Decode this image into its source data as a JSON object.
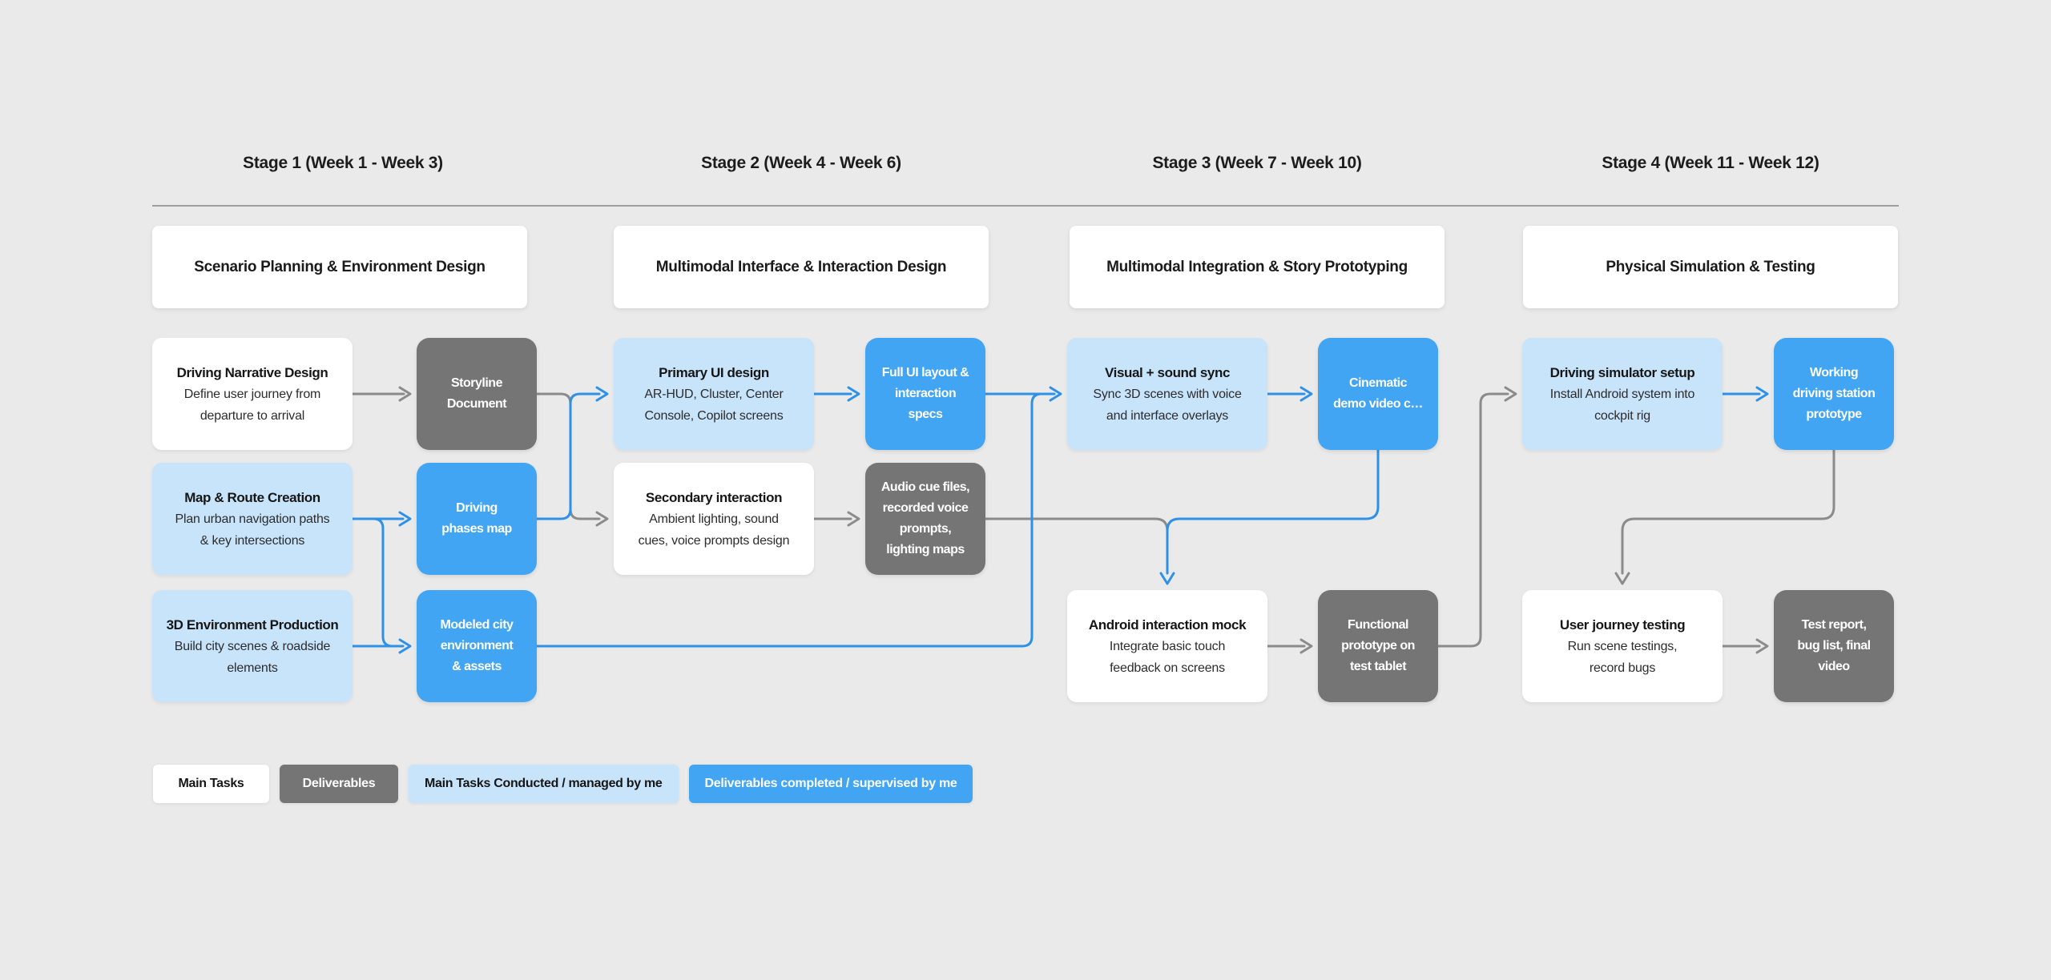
{
  "colors": {
    "background": "#eaeaea",
    "box_white": "#ffffff",
    "box_light_blue": "#c8e4fb",
    "box_bright_blue": "#41a5f3",
    "box_gray": "#757575",
    "connector_blue": "#2e91e9",
    "connector_gray": "#8b8b8b",
    "divider_gray": "#9e9e9e",
    "text_dark": "#1d1d1d",
    "text_white": "#ffffff"
  },
  "stages": [
    {
      "header": "Stage 1 (Week 1 - Week 3)",
      "title": "Scenario Planning & Environment Design",
      "rows": [
        {
          "task": {
            "title": "Driving Narrative Design",
            "desc": "Define user journey from\ndeparture to arrival"
          },
          "deliverable": {
            "label": "Storyline\nDocument"
          }
        },
        {
          "task": {
            "title": "Map & Route Creation",
            "desc": "Plan urban navigation paths\n& key intersections"
          },
          "deliverable": {
            "label": "Driving\nphases map"
          }
        },
        {
          "task": {
            "title": "3D Environment Production",
            "desc": "Build city scenes & roadside\nelements"
          },
          "deliverable": {
            "label": "Modeled city\nenvironment\n& assets"
          }
        }
      ]
    },
    {
      "header": "Stage 2 (Week 4 - Week 6)",
      "title": "Multimodal Interface & Interaction Design",
      "rows": [
        {
          "task": {
            "title": "Primary UI design",
            "desc": "AR-HUD, Cluster, Center\nConsole, Copilot screens"
          },
          "deliverable": {
            "label": "Full UI layout &\ninteraction\nspecs"
          }
        },
        {
          "task": {
            "title": "Secondary interaction",
            "desc": "Ambient lighting, sound\ncues, voice prompts design"
          },
          "deliverable": {
            "label": "Audio cue files,\nrecorded voice\nprompts,\nlighting maps"
          }
        }
      ]
    },
    {
      "header": "Stage 3 (Week 7 - Week 10)",
      "title": "Multimodal Integration & Story Prototyping",
      "rows": [
        {
          "task": {
            "title": "Visual + sound sync",
            "desc": "Sync 3D scenes with voice\nand interface overlays"
          },
          "deliverable": {
            "label": "Cinematic\ndemo video c…"
          }
        },
        {
          "task": {
            "title": "Android interaction mock",
            "desc": "Integrate basic touch\nfeedback on screens"
          },
          "deliverable": {
            "label": "Functional\nprototype on\ntest tablet"
          }
        }
      ]
    },
    {
      "header": "Stage 4 (Week 11 - Week 12)",
      "title": "Physical Simulation & Testing",
      "rows": [
        {
          "task": {
            "title": "Driving simulator setup",
            "desc": "Install Android system into\ncockpit rig"
          },
          "deliverable": {
            "label": "Working\ndriving station\nprototype"
          }
        },
        {
          "task": {
            "title": "User journey testing",
            "desc": "Run scene testings,\nrecord bugs"
          },
          "deliverable": {
            "label": "Test report,\nbug list, final\nvideo"
          }
        }
      ]
    }
  ],
  "legend": {
    "items": [
      {
        "label": "Main Tasks",
        "variant": "white"
      },
      {
        "label": "Deliverables",
        "variant": "gray"
      },
      {
        "label": "Main Tasks Conducted / managed by me",
        "variant": "lightblue"
      },
      {
        "label": "Deliverables completed / supervised by me",
        "variant": "blue"
      }
    ]
  }
}
